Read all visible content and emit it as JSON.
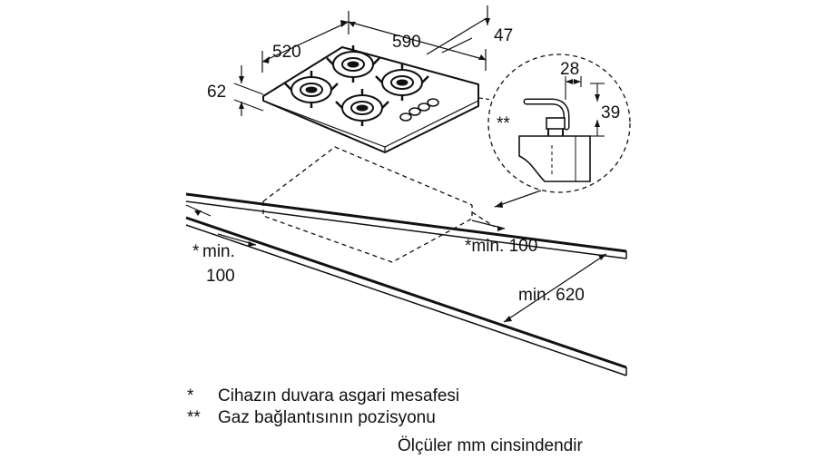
{
  "dimensions": {
    "hob_depth": "520",
    "hob_width": "590",
    "rear_offset": "47",
    "hob_height": "62",
    "conn_horizontal": "28",
    "conn_vertical": "39",
    "detail_mark": "**"
  },
  "clearances": {
    "side_min_mark": "*",
    "side_min_label": "min.",
    "side_min_value": "100",
    "rear_min": "*min. 100",
    "depth_min": "min. 620"
  },
  "legend": {
    "note1_mark": "*",
    "note1_text": "Cihazın duvara asgari mesafesi",
    "note2_mark": "**",
    "note2_text": "Gaz bağlantısının pozisyonu",
    "units": "Ölçüler mm cinsindendir"
  },
  "colors": {
    "line": "#111111",
    "background": "#ffffff"
  }
}
